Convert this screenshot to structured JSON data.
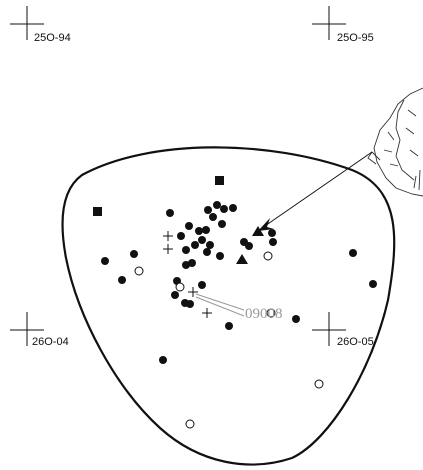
{
  "grid_labels": {
    "top_left": "25O-94",
    "top_right": "25O-95",
    "bottom_left": "26O-04",
    "bottom_right": "26O-05"
  },
  "find_label": "09008",
  "colors": {
    "ink": "#111111",
    "label_grey": "#9a9a9a",
    "background": "#ffffff"
  },
  "legend_symbols": [
    "filled-circle",
    "open-circle",
    "filled-square",
    "filled-triangle",
    "cross"
  ]
}
